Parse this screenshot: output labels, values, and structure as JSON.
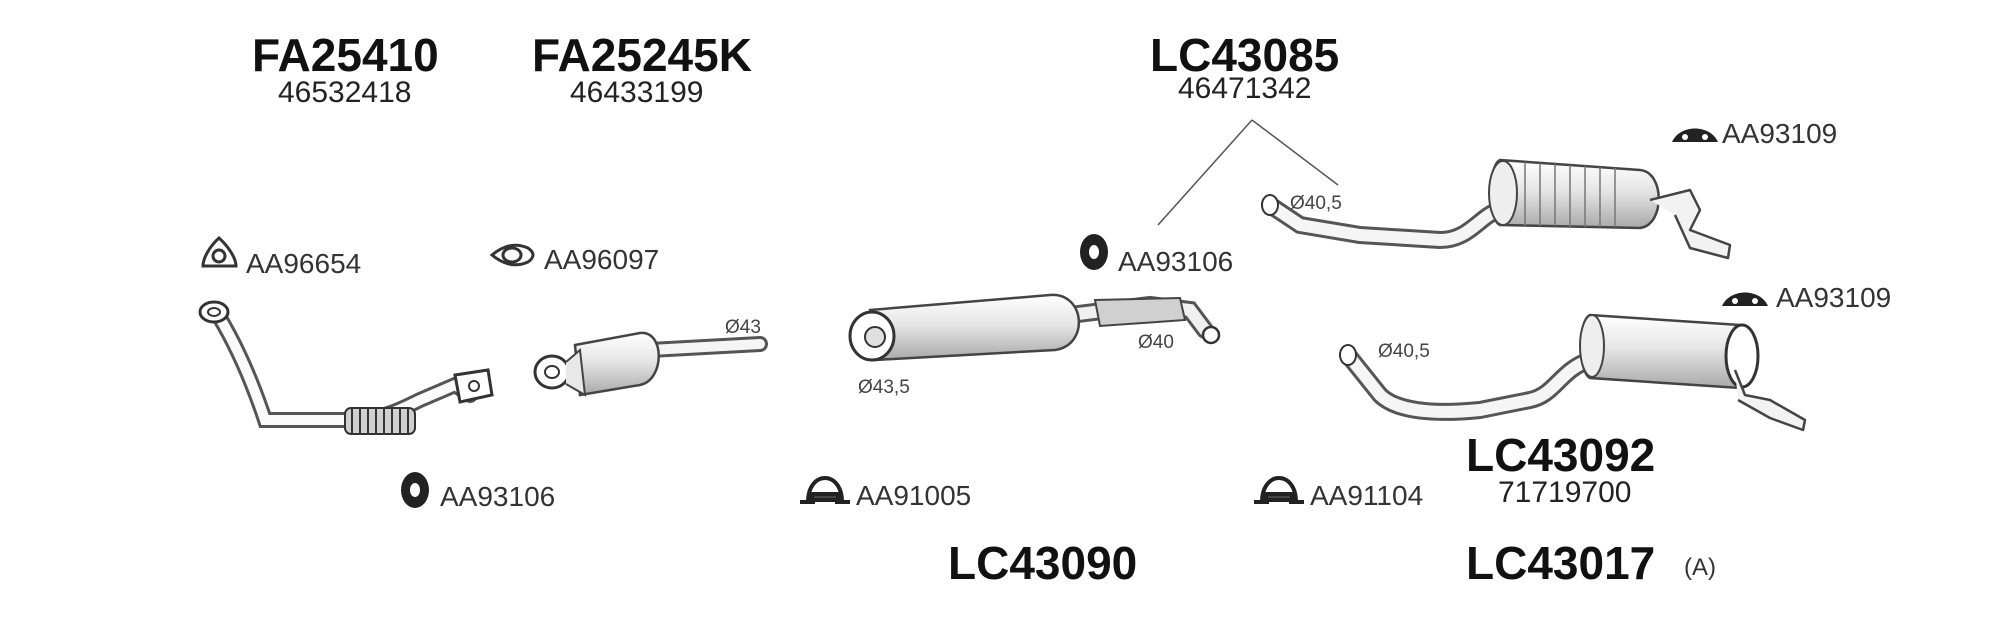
{
  "parts": {
    "fa25410": {
      "number": "FA25410",
      "oem": "46532418"
    },
    "fa25245k": {
      "number": "FA25245K",
      "oem": "46433199"
    },
    "lc43085": {
      "number": "LC43085",
      "oem": "46471342"
    },
    "lc43092": {
      "number": "LC43092",
      "oem": "71719700"
    },
    "lc43090": {
      "number": "LC43090"
    },
    "lc43017": {
      "number": "LC43017",
      "suffix": "(A)"
    }
  },
  "accessories": {
    "gasket_1": "AA96654",
    "gasket_2": "AA96097",
    "rubber_mount_1": "AA93106",
    "rubber_mount_2": "AA93106",
    "clamp_1": "AA91005",
    "clamp_2": "AA91104",
    "hanger_1": "AA93109",
    "hanger_2": "AA93109"
  },
  "dimensions": {
    "cat_outlet": "Ø43",
    "mid_inlet": "Ø43,5",
    "mid_outlet": "Ø40",
    "rear_upper_inlet": "Ø40,5",
    "rear_lower_inlet": "Ø40,5"
  },
  "colors": {
    "line": "#555555",
    "fill_light": "#f2f2f2",
    "fill_mid": "#d9d9d9",
    "dark": "#222222"
  }
}
